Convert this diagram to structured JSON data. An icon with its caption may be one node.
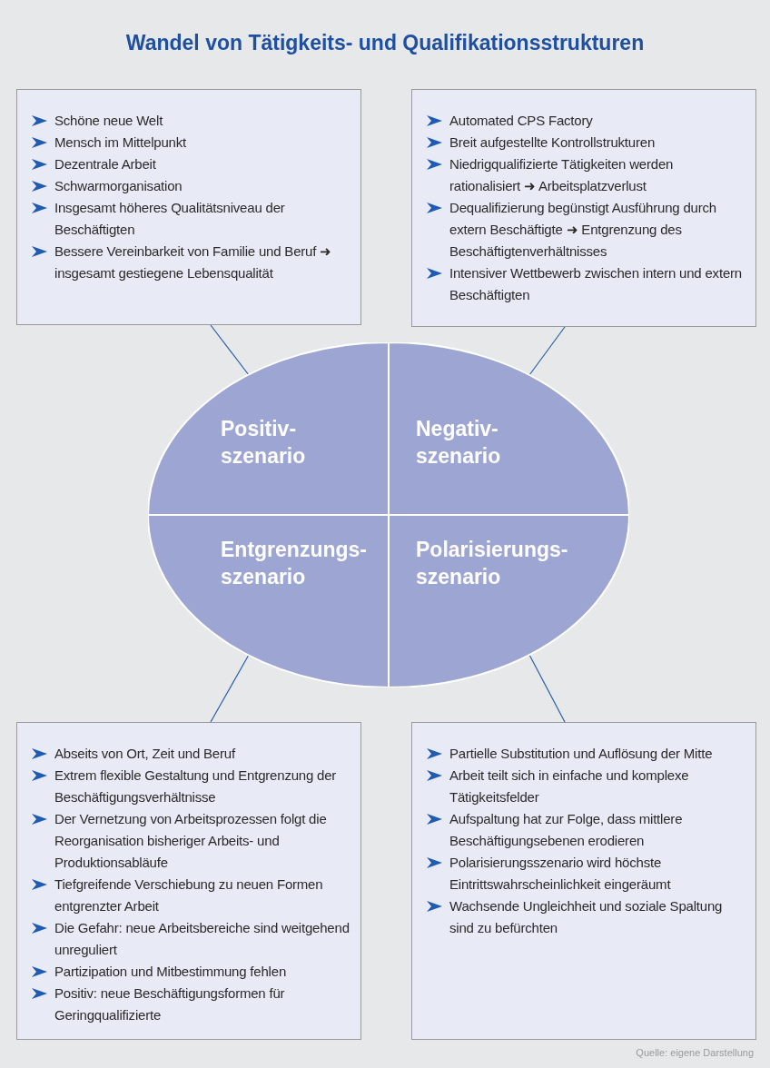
{
  "diagram": {
    "title": "Wandel von Tätigkeits- und Qualifikationsstrukturen",
    "nodes": [
      {
        "text": [
          "Schöne neue Welt",
          "Mensch im Mittelpunkt",
          "Dezentrale Arbeit",
          "Schwarmorganisation",
          "Insgesamt höheres Qualitätsniveau der Beschäftigten",
          "Bessere Vereinbarkeit von Familie und Beruf ➜ insgesamt gestiegene Lebensqualität"
        ]
      },
      {
        "text": [
          "Automated CPS Factory",
          "Breit aufgestellte Kontrollstrukturen",
          "Niedrigqualifizierte Tätigkeiten werden rationalisiert ➜ Arbeitsplatzverlust",
          "Dequalifizierung begünstigt Ausführung durch extern Beschäftigte ➜ Entgrenzung des Beschäftigtenverhältnisses",
          "Intensiver Wettbewerb zwischen intern und extern Beschäftigten"
        ]
      },
      {
        "text": [
          "Positiv- szenario"
        ]
      },
      {
        "text": [
          "Negativ- szenario"
        ]
      },
      {
        "text": [
          "Entgrenzungs- szenario"
        ]
      },
      {
        "text": [
          "Polarisierungs- szenario"
        ]
      },
      {
        "text": [
          "Abseits von Ort, Zeit und Beruf",
          "Extrem flexible Gestaltung und Entgrenzung der Beschäftigungsverhältnisse",
          "Der Vernetzung von Arbeitsprozessen folgt die Reorganisation bisheriger Arbeits- und Produktionsabläufe",
          "Tiefgreifende Verschiebung zu neuen Formen entgrenzter Arbeit",
          "Die Gefahr: neue Arbeitsbereiche sind weitgehend unreguliert",
          "Partizipation und Mitbestimmung fehlen",
          "Positiv: neue Beschäftigungsformen für Geringqualifizierte"
        ]
      },
      {
        "text": [
          "Partielle Substitution und Auflösung der Mitte",
          "Arbeit teilt sich in einfache und komplexe Tätigkeitsfelder",
          "Aufspaltung hat zur Folge, dass mittlere Beschäftigungsebenen erodieren",
          "Polarisierungsszenario wird höchste Eintrittswahrscheinlichkeit eingeräumt",
          "Wachsende Ungleichheit und soziale Spaltung sind zu befürchten"
        ]
      }
    ],
    "edges": [
      {
        "from": 0,
        "to": 2,
        "arrow": "none"
      },
      {
        "from": 1,
        "to": 3,
        "arrow": "none"
      },
      {
        "from": 6,
        "to": 4,
        "arrow": "none"
      },
      {
        "from": 7,
        "to": 5,
        "arrow": "none"
      }
    ],
    "labels": [
      "Quelle: eigene Darstellung"
    ]
  }
}
